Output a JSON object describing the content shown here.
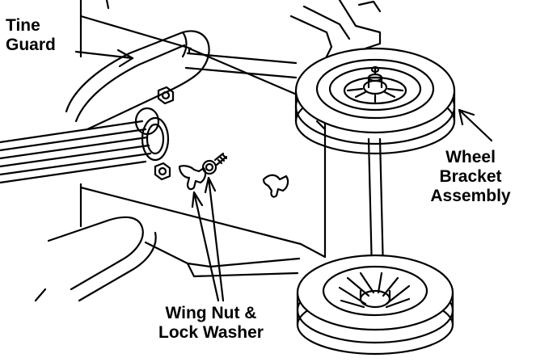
{
  "labels": {
    "tine_guard": [
      "Tine",
      "Guard"
    ],
    "wheel_bracket_assembly": [
      "Wheel",
      "Bracket",
      "Assembly"
    ],
    "wing_nut_lock_washer": [
      "Wing Nut &",
      "Lock Washer"
    ]
  },
  "colors": {
    "ink": "#000000",
    "paper": "#ffffff"
  }
}
